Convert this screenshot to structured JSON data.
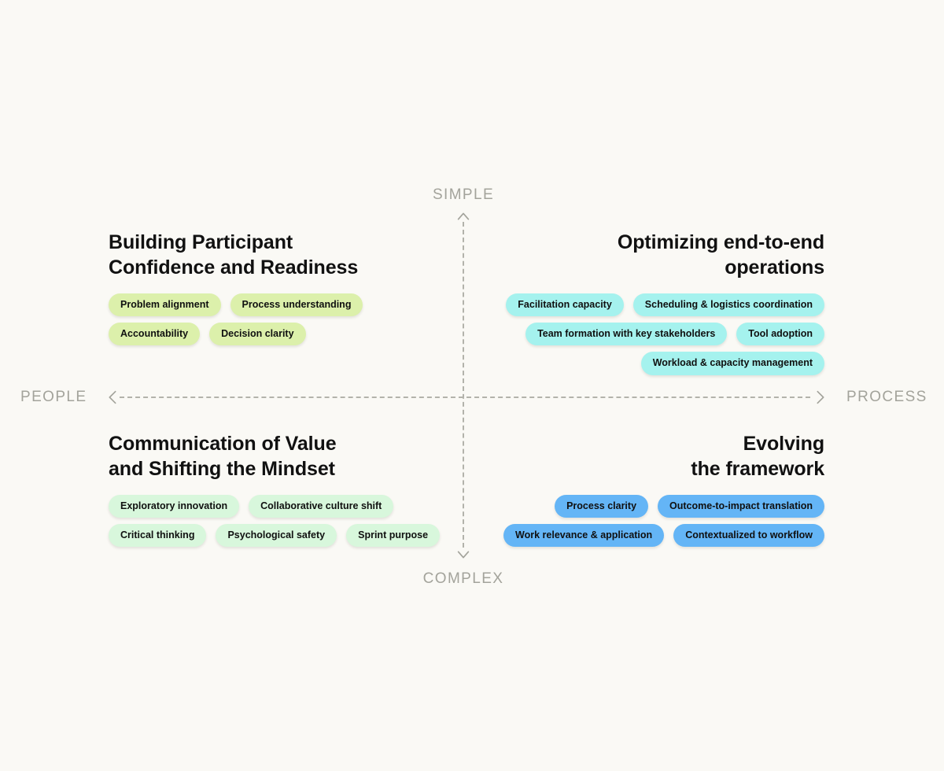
{
  "canvas": {
    "background_color": "#faf9f5",
    "title_color": "#111111",
    "axis_color": "#a3a39b"
  },
  "axes": {
    "vertical": {
      "top_label": "SIMPLE",
      "bottom_label": "COMPLEX",
      "top_arrow_icon": "chevron-up-icon",
      "bottom_arrow_icon": "chevron-down-icon"
    },
    "horizontal": {
      "left_label": "PEOPLE",
      "right_label": "PROCESS",
      "left_arrow_icon": "chevron-left-icon",
      "right_arrow_icon": "chevron-right-icon"
    }
  },
  "quadrants": {
    "top_left": {
      "title": "Building Participant\nConfidence and Readiness",
      "pill_color": "#dcf0ab",
      "align": "left",
      "rows": [
        [
          "Problem alignment",
          "Process understanding"
        ],
        [
          "Accountability",
          "Decision clarity"
        ]
      ]
    },
    "top_right": {
      "title": "Optimizing end-to-end\noperations",
      "pill_color": "#a5f2ee",
      "align": "right",
      "rows": [
        [
          "Facilitation capacity",
          "Scheduling & logistics coordination"
        ],
        [
          "Team formation with key stakeholders",
          "Tool adoption"
        ],
        [
          "Workload & capacity management"
        ]
      ]
    },
    "bottom_left": {
      "title": "Communication of Value\nand Shifting the Mindset",
      "pill_color": "#d8f7dc",
      "align": "left",
      "rows": [
        [
          "Exploratory innovation",
          "Collaborative culture shift"
        ],
        [
          "Critical thinking",
          "Psychological safety",
          "Sprint purpose"
        ]
      ]
    },
    "bottom_right": {
      "title": "Evolving\nthe framework",
      "pill_color": "#64b5f6",
      "align": "right",
      "rows": [
        [
          "Process clarity",
          "Outcome-to-impact translation"
        ],
        [
          "Work relevance & application",
          "Contextualized to workflow"
        ]
      ]
    }
  }
}
